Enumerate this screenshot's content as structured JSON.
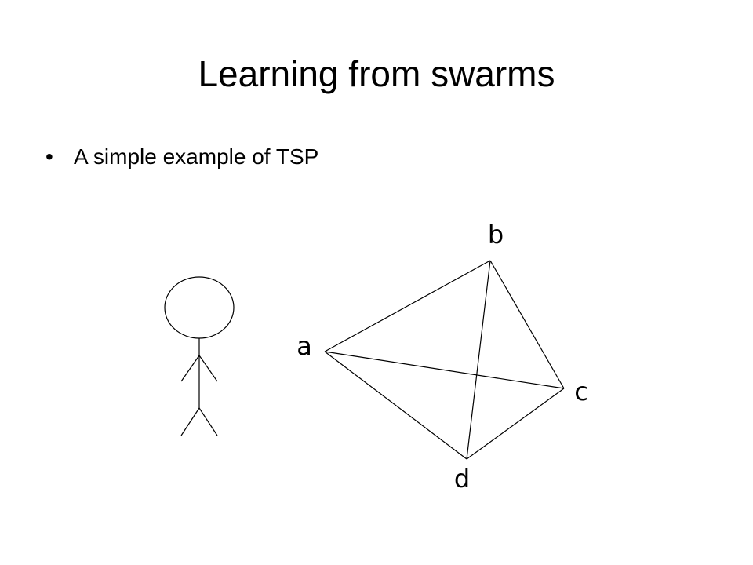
{
  "slide": {
    "title": "Learning from swarms",
    "bullets": [
      "A simple example of TSP"
    ]
  },
  "diagram": {
    "figure_icon": "stick-figure-icon",
    "nodes": [
      {
        "id": "a",
        "label": "a"
      },
      {
        "id": "b",
        "label": "b"
      },
      {
        "id": "c",
        "label": "c"
      },
      {
        "id": "d",
        "label": "d"
      }
    ],
    "edges": [
      {
        "from": "a",
        "to": "b"
      },
      {
        "from": "b",
        "to": "c"
      },
      {
        "from": "c",
        "to": "d"
      },
      {
        "from": "d",
        "to": "a"
      },
      {
        "from": "a",
        "to": "c"
      },
      {
        "from": "b",
        "to": "d"
      }
    ],
    "line_color": "#000000"
  }
}
